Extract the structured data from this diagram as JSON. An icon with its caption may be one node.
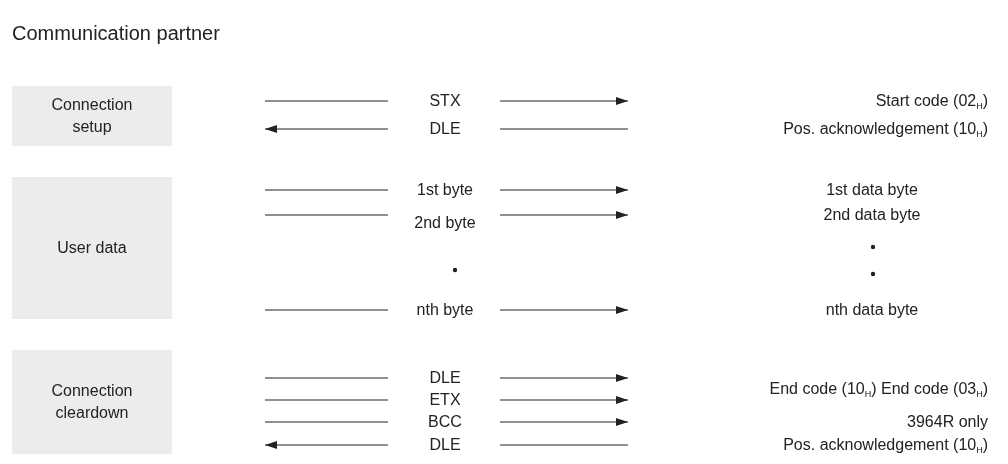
{
  "diagram": {
    "nodes": [
      {
        "text": [
          "Connection setup"
        ]
      },
      {
        "text": [
          "User data"
        ]
      },
      {
        "text": [
          "Connection cleardown"
        ]
      }
    ],
    "labels": [
      "Communication partner",
      "STX",
      "Start code (02$_{H}$)",
      "DLE",
      "Pos. acknowledgement (10$_{H}$)",
      "1st byte",
      "1st data byte",
      "2nd byte",
      "2nd data byte",
      "nth byte",
      "nth data byte",
      "DLE",
      "End code (10$_{H}$) End code (03$_{H}$)",
      "ETX",
      "BCC",
      "3964R only",
      "DLE",
      "Pos. acknowledgement (10$_{H}$)"
    ]
  }
}
